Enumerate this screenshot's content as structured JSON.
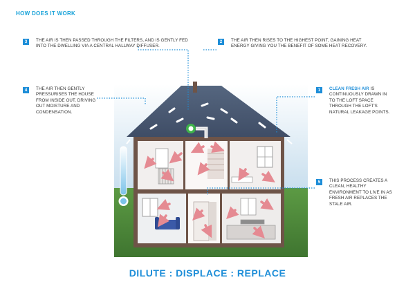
{
  "heading": "HOW DOES IT WORK",
  "steps": [
    {
      "num": "1",
      "highlight": "CLEAN FRESH AIR",
      "text": " IS CONTINUOUSLY DRAWN IN TO THE LOFT SPACE THROUGH THE LOFT'S NATURAL LEAKAGE POINTS."
    },
    {
      "num": "2",
      "text": "THE AIR THEN RISES TO THE HIGHEST POINT, GAINING HEAT ENERGY GIVING YOU THE BENEFIT OF SOME HEAT RECOVERY."
    },
    {
      "num": "3",
      "text": "THE AIR IS THEN PASSED THROUGH THE FILTERS, AND IS GENTLY FED INTO THE DWELLING VIA A CENTRAL HALLWAY DIFFUSER."
    },
    {
      "num": "4",
      "text": "THE AIR THEN GENTLY PRESSURISES THE HOUSE FROM INSIDE OUT, DRIVING OUT MOISTURE AND CONDENSATION."
    },
    {
      "num": "5",
      "text": "THIS PROCESS CREATES A CLEAN, HEALTHY ENVIRONMENT TO LIVE IN AS FRESH AIR REPLACES THE STALE AIR."
    }
  ],
  "motto": "DILUTE : DISPLACE : REPLACE",
  "colors": {
    "accent": "#1e8ed8",
    "roof": "#4a5a75",
    "wall": "#6e5448",
    "sky": "#d8e8f2",
    "grass": "#4f8a3a",
    "arrow": "#e58a92",
    "unit": "#3fb34a"
  }
}
